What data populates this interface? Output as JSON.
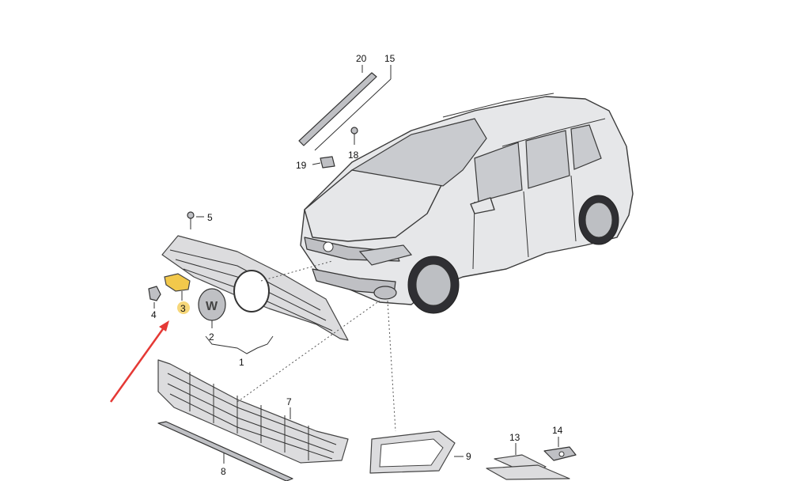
{
  "callouts": [
    {
      "id": "c1",
      "text": "1"
    },
    {
      "id": "c2",
      "text": "2"
    },
    {
      "id": "c3",
      "text": "3"
    },
    {
      "id": "c4",
      "text": "4"
    },
    {
      "id": "c5",
      "text": "5"
    },
    {
      "id": "c7",
      "text": "7"
    },
    {
      "id": "c8",
      "text": "8"
    },
    {
      "id": "c9",
      "text": "9"
    },
    {
      "id": "c13",
      "text": "13"
    },
    {
      "id": "c14",
      "text": "14"
    },
    {
      "id": "c15",
      "text": "15"
    },
    {
      "id": "c18",
      "text": "18"
    },
    {
      "id": "c19",
      "text": "19"
    },
    {
      "id": "c20",
      "text": "20"
    }
  ],
  "colors": {
    "highlight_part": "#f2c84b",
    "highlight_badge": "#f6d77a",
    "arrow": "#e53935",
    "part_fill": "#dcdcde",
    "outline": "#333333"
  },
  "highlighted_part": "3"
}
